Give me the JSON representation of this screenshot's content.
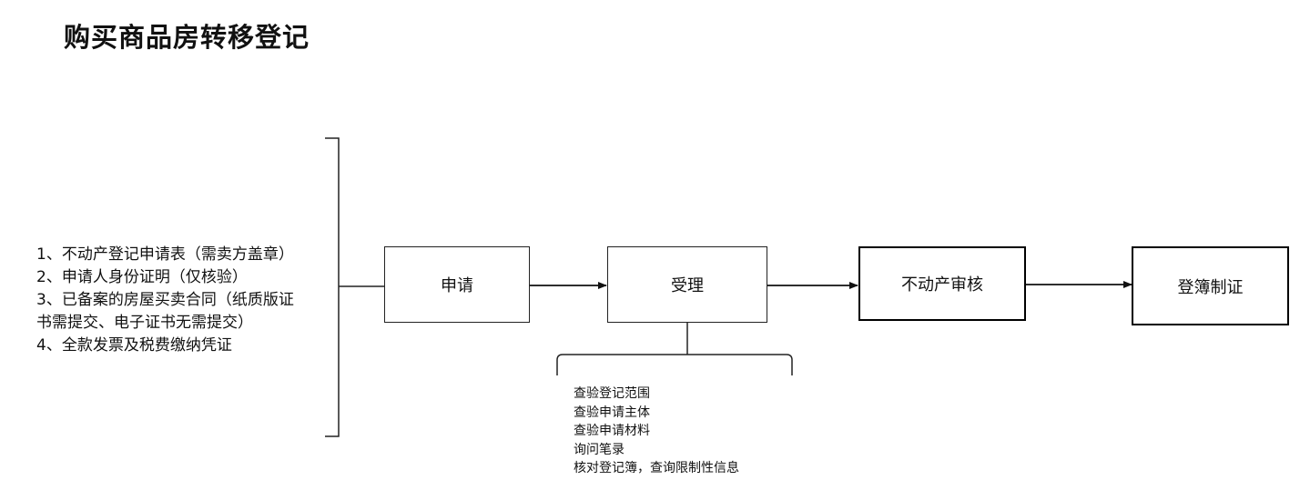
{
  "title": "购买商品房转移登记",
  "requirements": [
    "1、不动产登记申请表（需卖方盖章）",
    "2、申请人身份证明（仅核验）",
    "3、已备案的房屋买卖合同（纸质版证书需提交、电子证书无需提交）",
    "4、全款发票及税费缴纳凭证"
  ],
  "steps": [
    {
      "label": "申请"
    },
    {
      "label": "受理"
    },
    {
      "label": "不动产审核"
    },
    {
      "label": "登簿制证"
    }
  ],
  "acceptance_checks": [
    "查验登记范围",
    "查验申请主体",
    "查验申请材料",
    "询问笔录",
    "核对登记簿，查询限制性信息"
  ]
}
